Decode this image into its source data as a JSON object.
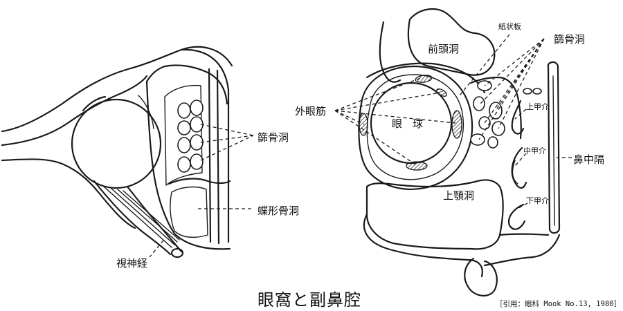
{
  "title": "眼窩と副鼻腔",
  "citation": "［引用：眼科 Mook No.13, 1980］",
  "left_figure": {
    "ethmoid_sinus": "篩骨洞",
    "sphenoid_sinus": "蝶形骨洞",
    "optic_nerve": "視神経"
  },
  "right_figure": {
    "frontal_sinus": "前頭洞",
    "lamina_papyracea": "紙状板",
    "ethmoid_sinus": "篩骨洞",
    "extraocular_muscles": "外眼筋",
    "eyeball": "眼　球",
    "superior_turbinate": "上甲介",
    "middle_turbinate": "中甲介",
    "inferior_turbinate": "下甲介",
    "nasal_septum": "鼻中隔",
    "maxillary_sinus": "上顎洞"
  }
}
